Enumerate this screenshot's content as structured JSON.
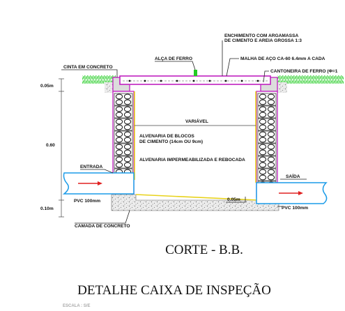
{
  "labels": {
    "fill_line1": "ENCHIMENTO COM ARGAMASSA",
    "fill_line2": "DE CIMENTO E AREIA GROSSA 1:3",
    "steel_mesh": "MALHA DE AÇO CA-60 6.4mm A CADA",
    "iron_handle": "ALÇA DE FERRO",
    "concrete_band": "CINTA EM CONCRETO",
    "iron_corner": "CANTONEIRA DE FERRO (Φ=1",
    "variable": "VARIÁVEL",
    "block_line1": "ALVENARIA DE BLOCOS",
    "block_line2": "DE CIMENTO (14cm OU 9cm)",
    "waterproof": "ALVENARIA IMPERMEABILIZADA E REBOCADA",
    "inlet": "ENTRADA",
    "outlet": "SAÍDA",
    "pvc_left": "PVC 100mm",
    "pvc_right": "PVC 100mm",
    "slope": "0.05m",
    "concrete_layer": "CAMADA DE CONCRETO"
  },
  "dimensions": {
    "top": "0.05m",
    "middle": "0.60",
    "bottom": "0.10m"
  },
  "titles": {
    "section": "CORTE - B.B.",
    "main": "DETALHE CAIXA DE INSPEÇÃO",
    "scale": "ESCALA :  S/E"
  },
  "colors": {
    "wall_outline": "#c020c0",
    "grass": "#22cc22",
    "handle": "#22cc22",
    "pipe": "#1a9be8",
    "flow_arrow": "#e02020",
    "waterproof_line": "#e8d21a",
    "concrete_fill": "#e4e4e4"
  }
}
